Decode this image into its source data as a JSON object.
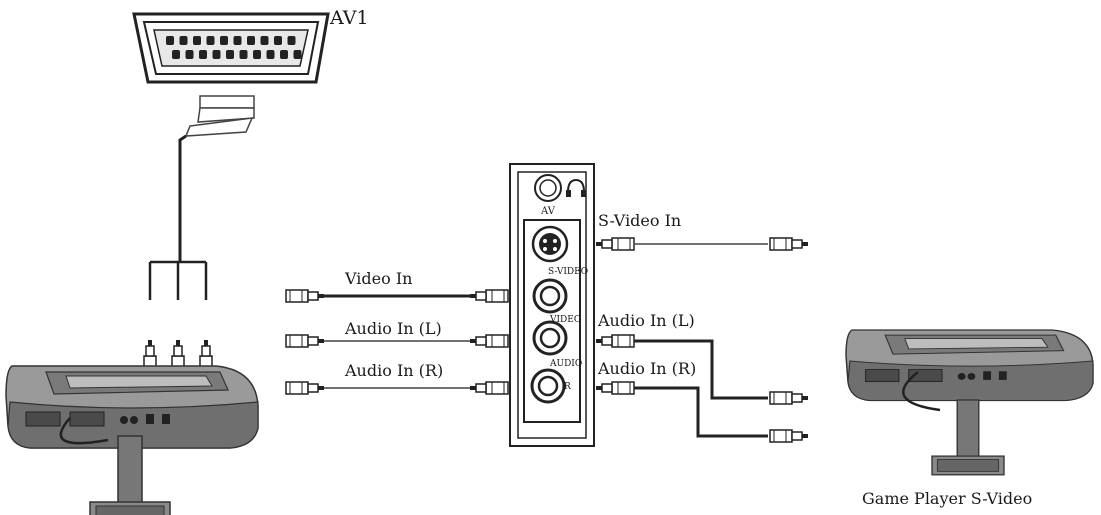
{
  "scart_label": "AV1",
  "panel": {
    "headphone_symbol": "∩",
    "port_labels": {
      "av": "AV",
      "svideo": "S-VIDEO",
      "video": "VIDEO",
      "audio": "AUDIO",
      "r": "R"
    }
  },
  "left_cables": {
    "video_in": "Video In",
    "audio_in_l": "Audio In (L)",
    "audio_in_r": "Audio In (R)"
  },
  "right_cables": {
    "svideo_in": "S-Video In",
    "audio_in_l": "Audio In (L)",
    "audio_in_r": "Audio In (R)"
  },
  "caption": "Game Player S-Video"
}
